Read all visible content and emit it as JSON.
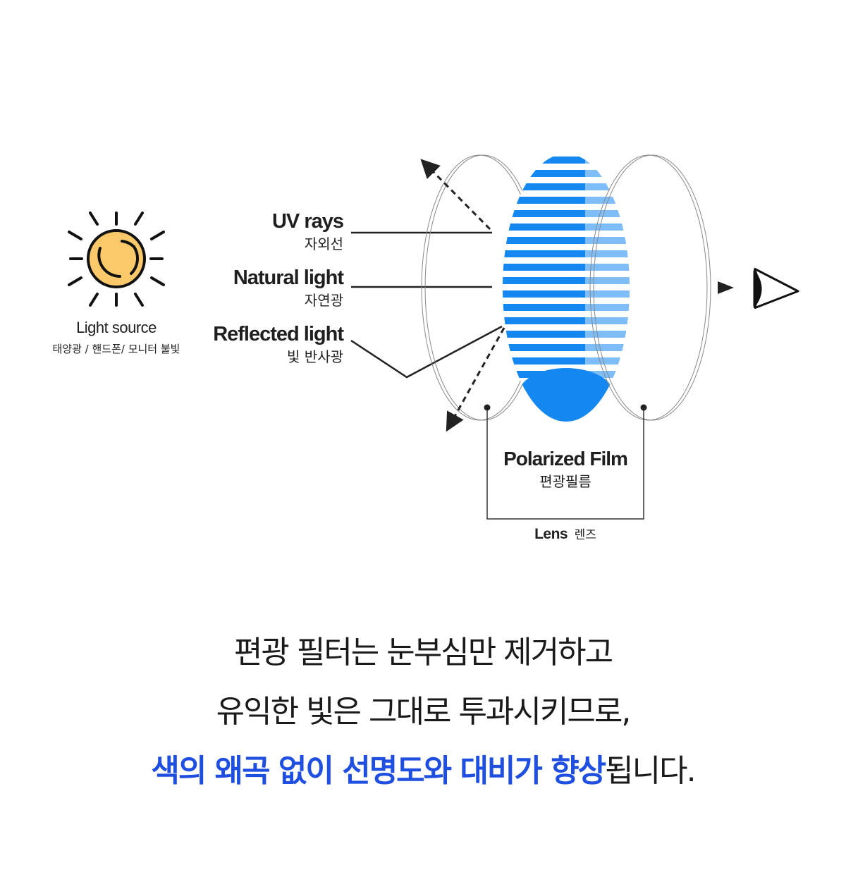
{
  "light_source": {
    "label_en": "Light source",
    "label_ko": "태양광 / 핸드폰/ 모니터 불빛"
  },
  "rays": [
    {
      "en": "UV rays",
      "ko": "자외선"
    },
    {
      "en": "Natural light",
      "ko": "자연광"
    },
    {
      "en": "Reflected light",
      "ko": "빛 반사광"
    }
  ],
  "film": {
    "en": "Polarized Film",
    "ko": "편광필름"
  },
  "lens": {
    "en": "Lens",
    "ko": "렌즈"
  },
  "caption": {
    "line1": "편광 필터는 눈부심만 제거하고",
    "line2": "유익한 빛은 그대로 투과시키므로,",
    "line3_highlight": "색의 왜곡 없이 선명도와 대비가 향상",
    "line3_rest": "됩니다."
  },
  "colors": {
    "film_blue": "#1487f0",
    "film_light_blue": "#8ccaf8",
    "sun_fill": "#fcc96a",
    "highlight": "#1f4fe0",
    "line": "#222222"
  },
  "icons": [
    "sun-icon",
    "eye-icon",
    "arrow-icon"
  ]
}
